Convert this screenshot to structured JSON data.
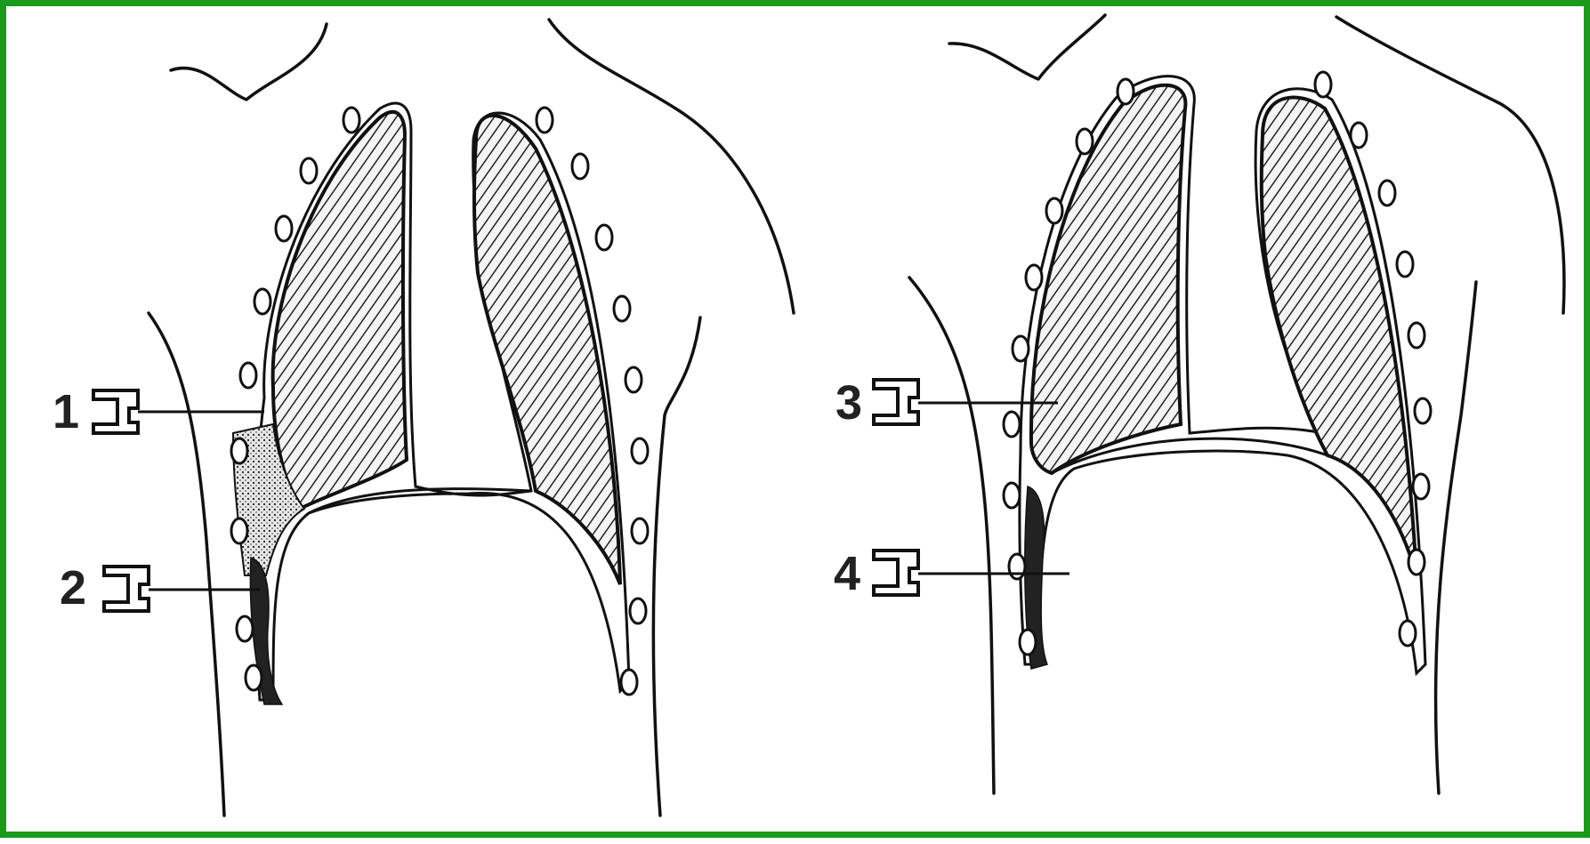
{
  "figure": {
    "border_color": "#1a9a1a",
    "panels": [
      {
        "id": "left",
        "needles": [
          {
            "label": "1"
          },
          {
            "label": "2"
          }
        ]
      },
      {
        "id": "right",
        "needles": [
          {
            "label": "3"
          },
          {
            "label": "4"
          }
        ]
      }
    ]
  }
}
